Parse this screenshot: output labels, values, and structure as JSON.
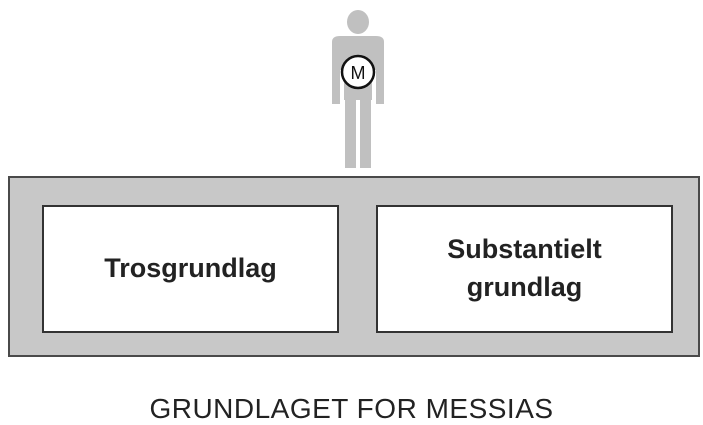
{
  "figure": {
    "badge_letter": "M"
  },
  "foundation": {
    "left_box": "Trosgrundlag",
    "right_box_line1": "Substantielt",
    "right_box_line2": "grundlag"
  },
  "caption": "GRUNDLAGET FOR MESSIAS",
  "colors": {
    "figure": "#c0c0c0",
    "platform": "#c8c8c8",
    "box_fill": "#ffffff",
    "text": "#222222"
  }
}
